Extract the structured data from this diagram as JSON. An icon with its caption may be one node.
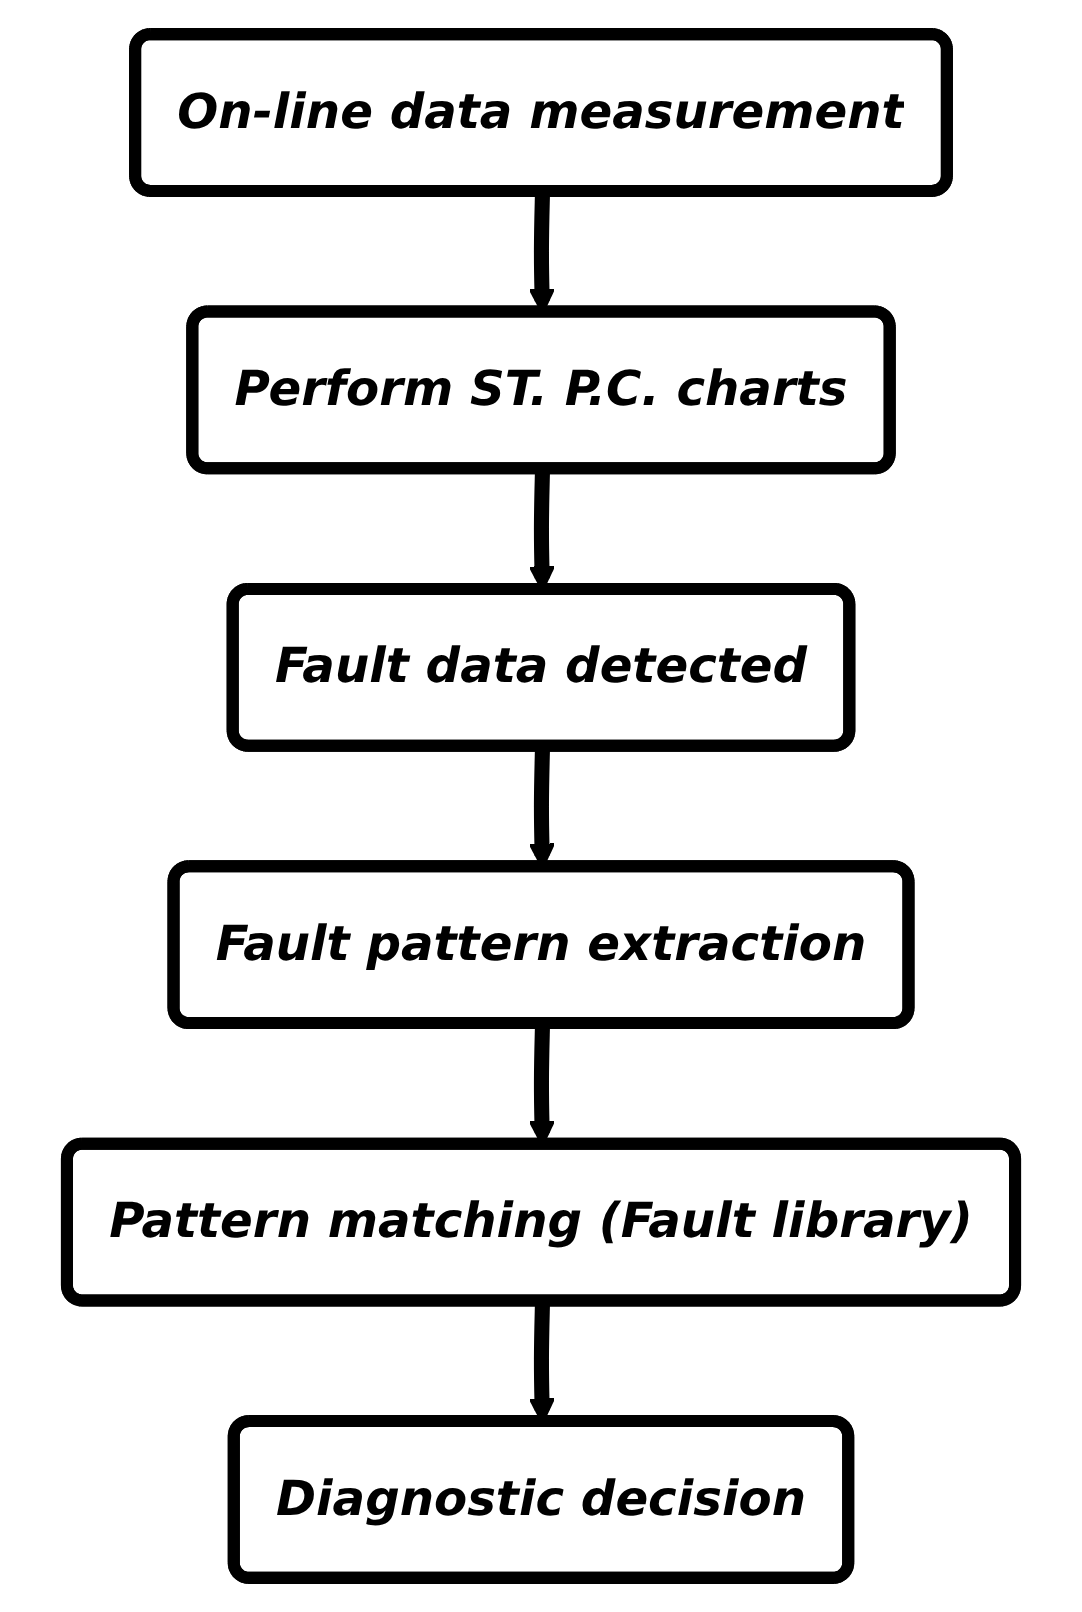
{
  "diagram": {
    "nodes": [
      {
        "text": [
          "On-line data measurement"
        ]
      },
      {
        "text": [
          "Perform ST. P.C. charts"
        ]
      },
      {
        "text": [
          "Fault data detected"
        ]
      },
      {
        "text": [
          "Fault pattern extraction"
        ]
      },
      {
        "text": [
          "Pattern matching (Fault library)"
        ]
      },
      {
        "text": [
          "Diagnostic decision"
        ]
      }
    ],
    "edges": [
      {
        "from": 0,
        "to": 1,
        "arrow": "to"
      },
      {
        "from": 1,
        "to": 2,
        "arrow": "to"
      },
      {
        "from": 2,
        "to": 3,
        "arrow": "to"
      },
      {
        "from": 3,
        "to": 4,
        "arrow": "to"
      },
      {
        "from": 4,
        "to": 5,
        "arrow": "to"
      }
    ]
  }
}
